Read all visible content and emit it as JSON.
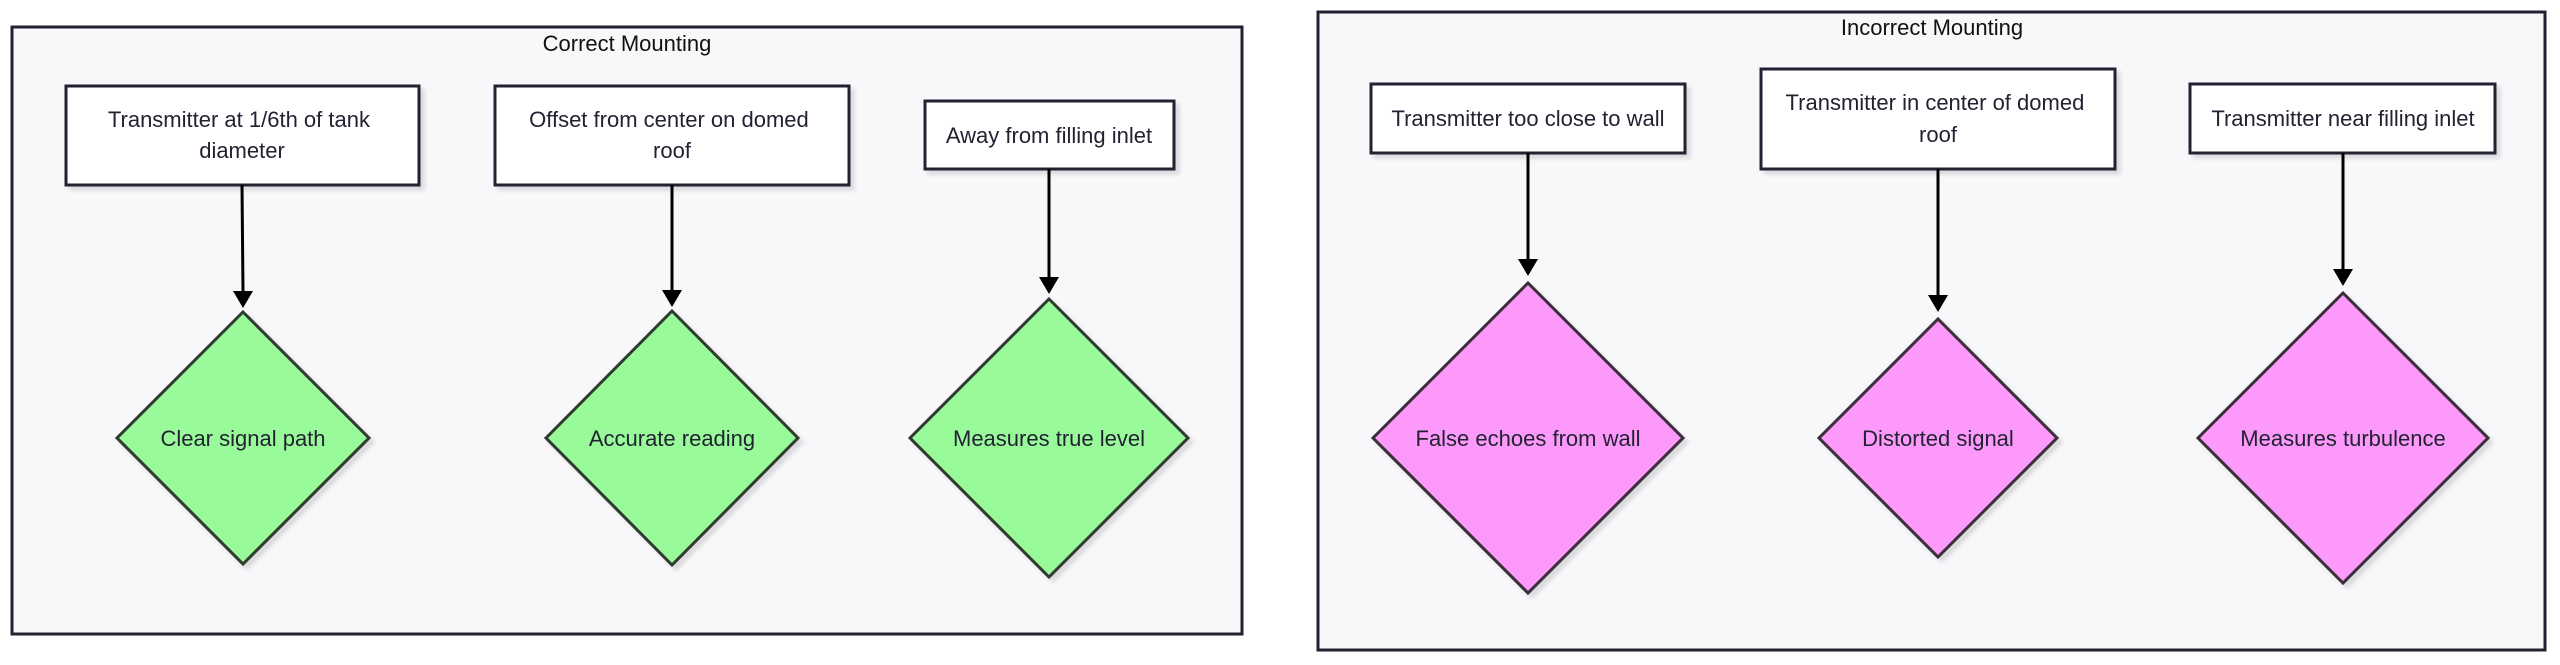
{
  "groups": [
    {
      "title": "Correct Mounting",
      "nodes": [
        {
          "lines": [
            "Transmitter at 1/6th of tank",
            "diameter"
          ],
          "result": "Clear signal path"
        },
        {
          "lines": [
            "Offset from center on domed",
            "roof"
          ],
          "result": "Accurate reading"
        },
        {
          "lines": [
            "Away from filling inlet"
          ],
          "result": "Measures true level"
        }
      ]
    },
    {
      "title": "Incorrect Mounting",
      "nodes": [
        {
          "lines": [
            "Transmitter too close to wall"
          ],
          "result": "False echoes from wall"
        },
        {
          "lines": [
            "Transmitter in center of domed",
            "roof"
          ],
          "result": "Distorted signal"
        },
        {
          "lines": [
            "Transmitter near filling inlet"
          ],
          "result": "Measures turbulence"
        }
      ]
    }
  ],
  "colors": {
    "correct_fill": "#99fa99",
    "incorrect_fill": "#fd99fb",
    "cluster_fill": "#f8f8fb",
    "stroke": "#222233"
  }
}
